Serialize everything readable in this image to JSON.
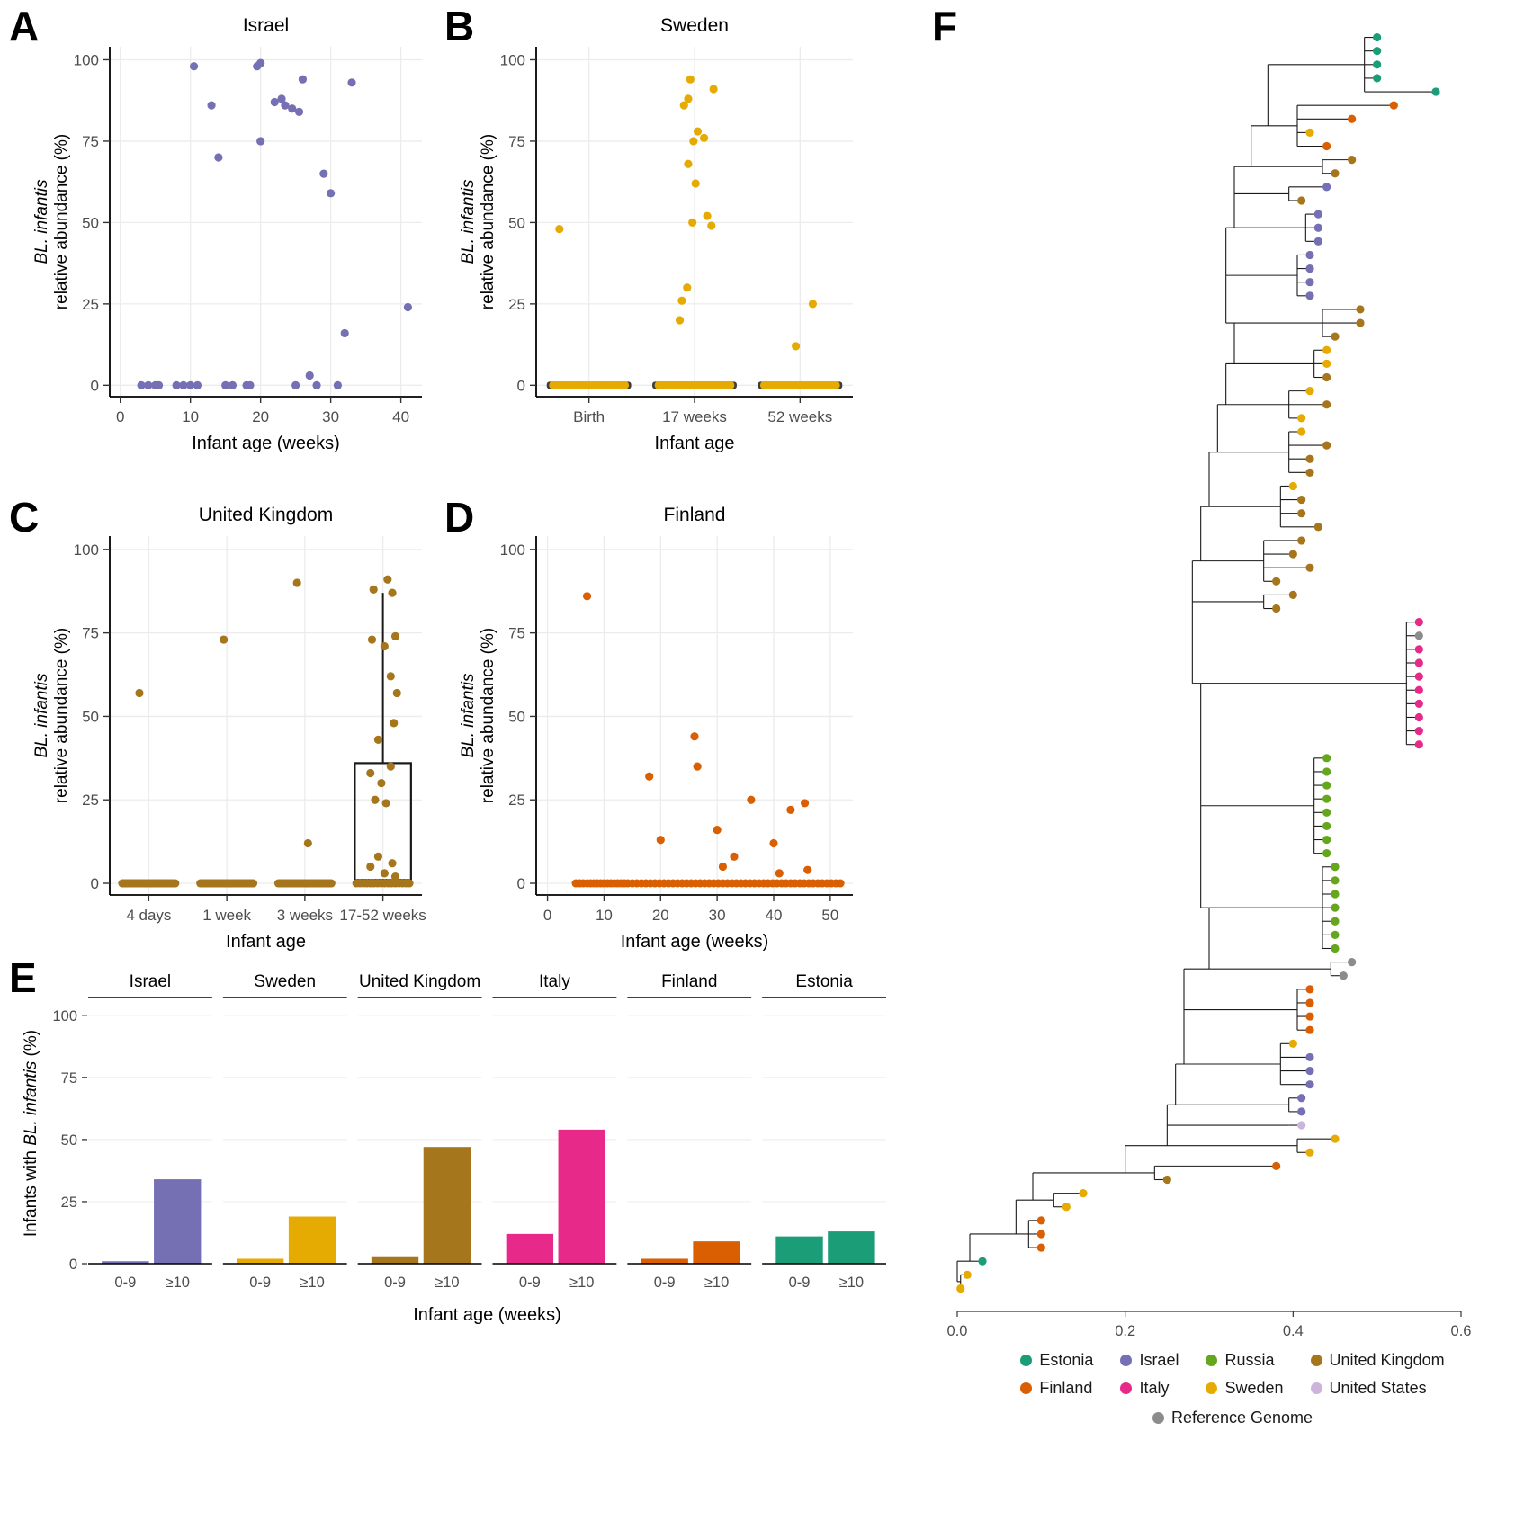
{
  "labels": {
    "A": "A",
    "B": "B",
    "C": "C",
    "D": "D",
    "E": "E",
    "F": "F"
  },
  "colors": {
    "ES": "#1B9E77",
    "FI": "#D95F02",
    "IL": "#7570B3",
    "IT": "#E7298A",
    "RU": "#66A61E",
    "SE": "#E6AB02",
    "UK": "#A6761D",
    "US": "#CDB4DB",
    "RG": "#8C8C8C"
  },
  "chart_data": [
    {
      "id": "A",
      "type": "scatter",
      "title": "Israel",
      "xlabel": "Infant age (weeks)",
      "ylabel_lines": [
        [
          "BL. infantis",
          1
        ],
        [
          "relative abundance (%)",
          0
        ]
      ],
      "color": "#7570B3",
      "xlim": [
        -1.5,
        43
      ],
      "ylim": [
        -3.5,
        104
      ],
      "xticks": [
        0,
        10,
        20,
        30,
        40
      ],
      "yticks": [
        0,
        25,
        50,
        75,
        100
      ],
      "points": [
        [
          3,
          0
        ],
        [
          4,
          0
        ],
        [
          5,
          0
        ],
        [
          5.5,
          0
        ],
        [
          8,
          0
        ],
        [
          9,
          0
        ],
        [
          10,
          0
        ],
        [
          11,
          0
        ],
        [
          15,
          0
        ],
        [
          16,
          0
        ],
        [
          18,
          0
        ],
        [
          18.5,
          0
        ],
        [
          25,
          0
        ],
        [
          28,
          0
        ],
        [
          31,
          0
        ],
        [
          10.5,
          98
        ],
        [
          13,
          86
        ],
        [
          14,
          70
        ],
        [
          19.5,
          98
        ],
        [
          20,
          99
        ],
        [
          20,
          75
        ],
        [
          22,
          87
        ],
        [
          23,
          88
        ],
        [
          23.5,
          86
        ],
        [
          24.5,
          85
        ],
        [
          25.5,
          84
        ],
        [
          26,
          94
        ],
        [
          27,
          3
        ],
        [
          29,
          65
        ],
        [
          30,
          59
        ],
        [
          32,
          16
        ],
        [
          33,
          93
        ],
        [
          41,
          24
        ]
      ]
    },
    {
      "id": "B",
      "type": "cat_scatter",
      "title": "Sweden",
      "xlabel": "Infant age",
      "ylabel_lines": [
        [
          "BL. infantis",
          1
        ],
        [
          "relative abundance (%)",
          0
        ]
      ],
      "color": "#E6AB02",
      "categories": [
        "Birth",
        "17 weeks",
        "52 weeks"
      ],
      "yticks": [
        0,
        25,
        50,
        75,
        100
      ],
      "ylim": [
        -3.5,
        104
      ],
      "zero_bar": true,
      "zero_counts": [
        28,
        34,
        26
      ],
      "points": [
        [
          0,
          48,
          -0.28
        ],
        [
          1,
          94,
          -0.04
        ],
        [
          1,
          91,
          0.18
        ],
        [
          1,
          88,
          -0.06
        ],
        [
          1,
          86,
          -0.1
        ],
        [
          1,
          78,
          0.03
        ],
        [
          1,
          76,
          0.09
        ],
        [
          1,
          75,
          -0.01
        ],
        [
          1,
          68,
          -0.06
        ],
        [
          1,
          62,
          0.01
        ],
        [
          1,
          52,
          0.12
        ],
        [
          1,
          50,
          -0.02
        ],
        [
          1,
          49,
          0.16
        ],
        [
          1,
          30,
          -0.07
        ],
        [
          1,
          26,
          -0.12
        ],
        [
          1,
          20,
          -0.14
        ],
        [
          2,
          25,
          0.12
        ],
        [
          2,
          12,
          -0.04
        ]
      ]
    },
    {
      "id": "C",
      "type": "cat_scatter",
      "title": "United Kingdom",
      "xlabel": "Infant age",
      "ylabel_lines": [
        [
          "BL. infantis",
          1
        ],
        [
          "relative abundance (%)",
          0
        ]
      ],
      "color": "#A6761D",
      "categories": [
        "4 days",
        "1 week",
        "3 weeks",
        "17-52 weeks"
      ],
      "yticks": [
        0,
        25,
        50,
        75,
        100
      ],
      "ylim": [
        -3.5,
        104
      ],
      "zero_bar": false,
      "zero_counts": [
        44,
        44,
        44,
        16
      ],
      "box": {
        "category": 3,
        "q1": 0,
        "q3": 36,
        "median": 1,
        "whisker_high": 87
      },
      "points": [
        [
          0,
          57,
          -0.12
        ],
        [
          1,
          73,
          -0.04
        ],
        [
          2,
          90,
          -0.1
        ],
        [
          2,
          12,
          0.04
        ],
        [
          3,
          91,
          0.06
        ],
        [
          3,
          88,
          -0.12
        ],
        [
          3,
          87,
          0.12
        ],
        [
          3,
          74,
          0.16
        ],
        [
          3,
          73,
          -0.14
        ],
        [
          3,
          71,
          0.02
        ],
        [
          3,
          62,
          0.1
        ],
        [
          3,
          57,
          0.18
        ],
        [
          3,
          48,
          0.14
        ],
        [
          3,
          43,
          -0.06
        ],
        [
          3,
          35,
          0.1
        ],
        [
          3,
          33,
          -0.16
        ],
        [
          3,
          30,
          -0.02
        ],
        [
          3,
          25,
          -0.1
        ],
        [
          3,
          24,
          0.04
        ],
        [
          3,
          8,
          -0.06
        ],
        [
          3,
          6,
          0.12
        ],
        [
          3,
          5,
          -0.16
        ],
        [
          3,
          3,
          0.02
        ],
        [
          3,
          2,
          0.16
        ]
      ]
    },
    {
      "id": "D",
      "type": "scatter",
      "title": "Finland",
      "xlabel": "Infant age (weeks)",
      "ylabel_lines": [
        [
          "BL. infantis",
          1
        ],
        [
          "relative abundance (%)",
          0
        ]
      ],
      "color": "#D95F02",
      "xlim": [
        -2,
        54
      ],
      "ylim": [
        -3.5,
        104
      ],
      "xticks": [
        0,
        10,
        20,
        30,
        40,
        50
      ],
      "yticks": [
        0,
        25,
        50,
        75,
        100
      ],
      "points": [
        [
          7,
          86
        ],
        [
          18,
          32
        ],
        [
          20,
          13
        ],
        [
          26,
          44
        ],
        [
          26.5,
          35
        ],
        [
          30,
          16
        ],
        [
          31,
          5
        ],
        [
          33,
          8
        ],
        [
          36,
          25
        ],
        [
          40,
          12
        ],
        [
          41,
          3
        ],
        [
          43,
          22
        ],
        [
          45.5,
          24
        ],
        [
          46,
          4
        ]
      ],
      "zeros": [
        5,
        5.7,
        6.3,
        7,
        7.6,
        8.2,
        8.8,
        9.4,
        10,
        10.6,
        11.2,
        11.8,
        12.4,
        13,
        13.6,
        14.2,
        15,
        15.8,
        16.6,
        17.4,
        18.2,
        19,
        19.8,
        20.6,
        21.4,
        22.2,
        23,
        23.8,
        24.6,
        25.4,
        26.2,
        27,
        27.8,
        28.6,
        29.4,
        30.2,
        31,
        31.8,
        32.6,
        33.4,
        34.2,
        35,
        35.8,
        36.6,
        37.4,
        38.2,
        39,
        39.8,
        40.6,
        41.4,
        42.2,
        43,
        43.8,
        44.6,
        45.4,
        46.2,
        47,
        47.8,
        48.6,
        49.4,
        50.2,
        51,
        51.8
      ]
    },
    {
      "id": "E",
      "type": "bar_facets",
      "ylabel_parts": [
        [
          "Infants with ",
          0
        ],
        [
          "BL. infantis",
          1
        ],
        [
          " (%)",
          0
        ]
      ],
      "xlabel": "Infant age (weeks)",
      "categories": [
        "0-9",
        "≥10"
      ],
      "yticks": [
        0,
        25,
        50,
        75,
        100
      ],
      "ylim": [
        0,
        105
      ],
      "facets": [
        {
          "label": "Israel",
          "color": "#7570B3",
          "values": [
            1,
            34
          ]
        },
        {
          "label": "Sweden",
          "color": "#E6AB02",
          "values": [
            2,
            19
          ]
        },
        {
          "label": "United Kingdom",
          "color": "#A6761D",
          "values": [
            3,
            47
          ]
        },
        {
          "label": "Italy",
          "color": "#E7298A",
          "values": [
            12,
            54
          ]
        },
        {
          "label": "Finland",
          "color": "#D95F02",
          "values": [
            2,
            9
          ]
        },
        {
          "label": "Estonia",
          "color": "#1B9E77",
          "values": [
            11,
            13
          ]
        }
      ]
    },
    {
      "id": "F",
      "type": "phylo_tree",
      "xmax": 0.63,
      "xticks": [
        0,
        0.2,
        0.4,
        0.6
      ],
      "xtick_labels": [
        "0.0",
        "0.2",
        "0.4",
        "0.6"
      ],
      "clusters": [
        {
          "stem": 0.4,
          "tips": [
            [
              "ES",
              0.5
            ],
            [
              "ES",
              0.5
            ],
            [
              "ES",
              0.5
            ],
            [
              "ES",
              0.5
            ],
            [
              "ES",
              0.57
            ]
          ]
        },
        {
          "stem": 0.37,
          "tips": [
            [
              "FI",
              0.52
            ],
            [
              "FI",
              0.47
            ],
            [
              "SE",
              0.42
            ],
            [
              "FI",
              0.44
            ]
          ]
        },
        {
          "stem": 0.35,
          "tips": [
            [
              "UK",
              0.47
            ],
            [
              "UK",
              0.45
            ]
          ]
        },
        {
          "stem": 0.33,
          "tips": [
            [
              "IL",
              0.44
            ],
            [
              "UK",
              0.41
            ]
          ]
        },
        {
          "stem": 0.33,
          "tips": [
            [
              "IL",
              0.43
            ],
            [
              "IL",
              0.43
            ],
            [
              "IL",
              0.43
            ]
          ]
        },
        {
          "stem": 0.32,
          "tips": [
            [
              "IL",
              0.42
            ],
            [
              "IL",
              0.42
            ],
            [
              "IL",
              0.42
            ],
            [
              "IL",
              0.42
            ]
          ]
        },
        {
          "stem": 0.35,
          "tips": [
            [
              "UK",
              0.48
            ],
            [
              "UK",
              0.48
            ],
            [
              "UK",
              0.45
            ]
          ]
        },
        {
          "stem": 0.33,
          "tips": [
            [
              "SE",
              0.44
            ],
            [
              "SE",
              0.44
            ],
            [
              "UK",
              0.44
            ]
          ]
        },
        {
          "stem": 0.32,
          "tips": [
            [
              "SE",
              0.42
            ],
            [
              "UK",
              0.44
            ],
            [
              "SE",
              0.41
            ]
          ]
        },
        {
          "stem": 0.31,
          "tips": [
            [
              "SE",
              0.41
            ],
            [
              "UK",
              0.44
            ],
            [
              "UK",
              0.42
            ],
            [
              "UK",
              0.42
            ]
          ]
        },
        {
          "stem": 0.3,
          "tips": [
            [
              "SE",
              0.4
            ],
            [
              "UK",
              0.41
            ],
            [
              "UK",
              0.41
            ],
            [
              "UK",
              0.43
            ]
          ]
        },
        {
          "stem": 0.29,
          "tips": [
            [
              "UK",
              0.41
            ],
            [
              "UK",
              0.4
            ],
            [
              "UK",
              0.42
            ],
            [
              "UK",
              0.38
            ]
          ]
        },
        {
          "stem": 0.28,
          "tips": [
            [
              "UK",
              0.4
            ],
            [
              "UK",
              0.38
            ]
          ]
        },
        {
          "stem": 0.36,
          "tips": [
            [
              "IT",
              0.55
            ],
            [
              "RG",
              0.55
            ],
            [
              "IT",
              0.55
            ],
            [
              "IT",
              0.55
            ],
            [
              "IT",
              0.55
            ],
            [
              "IT",
              0.55
            ],
            [
              "IT",
              0.55
            ],
            [
              "IT",
              0.55
            ],
            [
              "IT",
              0.55
            ],
            [
              "IT",
              0.55
            ]
          ]
        },
        {
          "stem": 0.29,
          "tips": [
            [
              "RU",
              0.44
            ],
            [
              "RU",
              0.44
            ],
            [
              "RU",
              0.44
            ],
            [
              "RU",
              0.44
            ],
            [
              "RU",
              0.44
            ],
            [
              "RU",
              0.44
            ],
            [
              "RU",
              0.44
            ],
            [
              "RU",
              0.44
            ]
          ]
        },
        {
          "stem": 0.3,
          "tips": [
            [
              "RU",
              0.45
            ],
            [
              "RU",
              0.45
            ],
            [
              "RU",
              0.45
            ],
            [
              "RU",
              0.45
            ],
            [
              "RU",
              0.45
            ],
            [
              "RU",
              0.45
            ],
            [
              "RU",
              0.45
            ]
          ]
        },
        {
          "stem": 0.3,
          "tips": [
            [
              "RG",
              0.47
            ],
            [
              "RG",
              0.46
            ]
          ]
        },
        {
          "stem": 0.27,
          "tips": [
            [
              "FI",
              0.42
            ],
            [
              "FI",
              0.42
            ],
            [
              "FI",
              0.42
            ],
            [
              "FI",
              0.42
            ]
          ]
        },
        {
          "stem": 0.27,
          "tips": [
            [
              "SE",
              0.4
            ],
            [
              "IL",
              0.42
            ],
            [
              "IL",
              0.42
            ],
            [
              "IL",
              0.42
            ]
          ]
        },
        {
          "stem": 0.26,
          "tips": [
            [
              "IL",
              0.41
            ],
            [
              "IL",
              0.41
            ]
          ]
        },
        {
          "stem": 0.25,
          "tips": [
            [
              "US",
              0.41
            ]
          ]
        },
        {
          "stem": 0.25,
          "tips": [
            [
              "SE",
              0.45
            ],
            [
              "SE",
              0.42
            ]
          ]
        },
        {
          "stem": 0.2,
          "tips": [
            [
              "FI",
              0.38
            ],
            [
              "UK",
              0.25
            ]
          ]
        },
        {
          "stem": 0.09,
          "tips": [
            [
              "SE",
              0.15
            ],
            [
              "SE",
              0.13
            ]
          ]
        },
        {
          "stem": 0.07,
          "tips": [
            [
              "FI",
              0.1
            ],
            [
              "FI",
              0.1
            ],
            [
              "FI",
              0.1
            ]
          ]
        },
        {
          "stem": 0.015,
          "tips": [
            [
              "ES",
              0.03
            ]
          ]
        },
        {
          "stem": 0.0,
          "tips": [
            [
              "SE",
              0.012
            ],
            [
              "SE",
              0.004
            ]
          ]
        }
      ],
      "legend": [
        {
          "label": "Estonia",
          "key": "ES"
        },
        {
          "label": "Israel",
          "key": "IL"
        },
        {
          "label": "Russia",
          "key": "RU"
        },
        {
          "label": "United Kingdom",
          "key": "UK"
        },
        {
          "label": "Finland",
          "key": "FI"
        },
        {
          "label": "Italy",
          "key": "IT"
        },
        {
          "label": "Sweden",
          "key": "SE"
        },
        {
          "label": "United States",
          "key": "US"
        }
      ],
      "legend_ref": {
        "label": "Reference Genome",
        "key": "RG"
      }
    }
  ]
}
